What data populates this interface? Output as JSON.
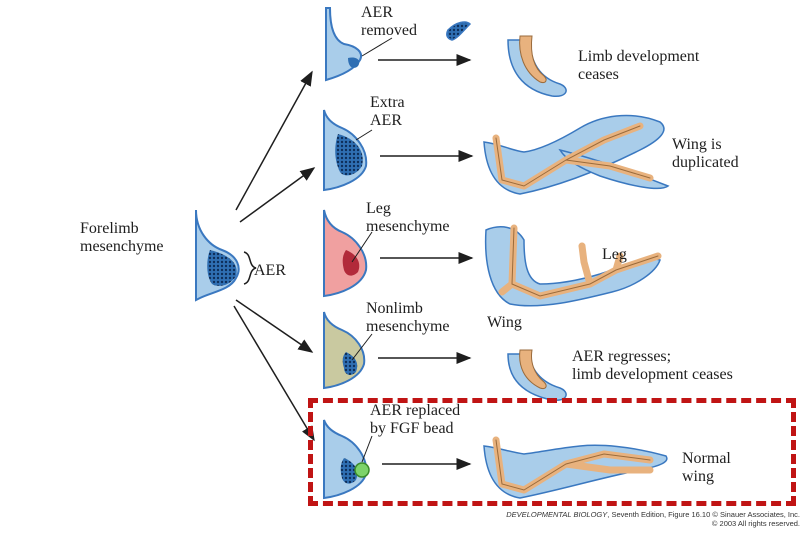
{
  "labels": {
    "forelimb": "Forelimb\nmesenchyme",
    "aer": "AER",
    "row1_op": "AER\nremoved",
    "row1_result": "Limb development\nceases",
    "row2_op": "Extra\nAER",
    "row2_result": "Wing is\nduplicated",
    "row3_op": "Leg\nmesenchyme",
    "row3_leg": "Leg",
    "row3_wing": "Wing",
    "row4_op": "Nonlimb\nmesenchyme",
    "row4_result": "AER regresses;\nlimb development ceases",
    "row5_op": "AER replaced\nby FGF bead",
    "row5_result": "Normal\nwing"
  },
  "credit": {
    "line1_title": "DEVELOPMENTAL BIOLOGY",
    "line1_rest": ", Seventh Edition, Figure 16.10  © Sinauer Associates, Inc.",
    "line2": "© 2003 All rights reserved."
  },
  "colors": {
    "limb_blue": "#a9cdea",
    "ectoderm_blue": "#3a78c0",
    "aer_dots": "#1e4f8a",
    "bone": "#e8b27e",
    "leg_mesenchyme": "#f0a0a0",
    "nonlimb_mesenchyme": "#c9c9a0",
    "fgf_bead": "#7dd36a",
    "highlight": "#c01414"
  }
}
